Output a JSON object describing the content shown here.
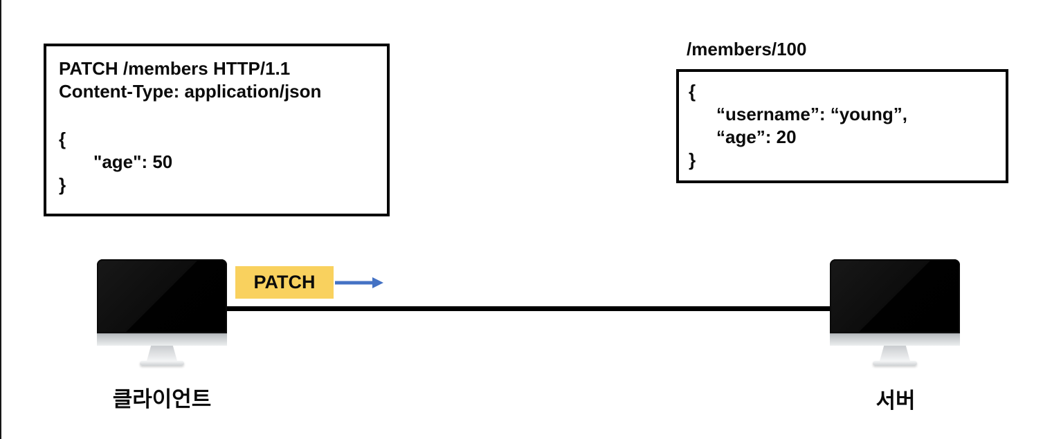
{
  "request_box": {
    "lines": {
      "method": "PATCH /members HTTP/1.1",
      "content_type": "Content-Type: application/json",
      "brace_open": "{",
      "body": "\"age\": 50",
      "brace_close": "}"
    }
  },
  "resource_box": {
    "path": "/members/100",
    "lines": {
      "brace_open": "{",
      "username": "“username”: “young”,",
      "age": "“age”: 20",
      "brace_close": "}"
    }
  },
  "transfer": {
    "method_label": "PATCH"
  },
  "nodes": {
    "client": {
      "label": "클라이언트"
    },
    "server": {
      "label": "서버"
    }
  },
  "colors": {
    "method_badge_bg": "#F9D15E",
    "arrow_blue": "#4472C4",
    "connection_line": "#000000",
    "box_border": "#000000",
    "monitor_chin_gray": "#D6D9DB"
  }
}
